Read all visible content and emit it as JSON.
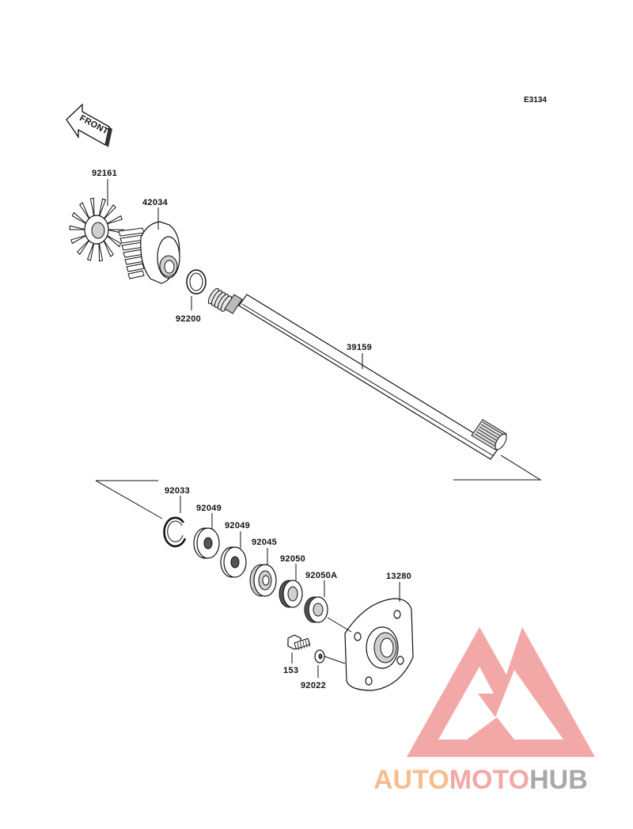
{
  "diagram_code": "E3134",
  "front_arrow_text": "FRONT",
  "parts": [
    {
      "id": "p92161",
      "number": "92161"
    },
    {
      "id": "p42034",
      "number": "42034"
    },
    {
      "id": "p92200",
      "number": "92200"
    },
    {
      "id": "p39159",
      "number": "39159"
    },
    {
      "id": "p92033",
      "number": "92033"
    },
    {
      "id": "p92049a",
      "number": "92049"
    },
    {
      "id": "p92049b",
      "number": "92049"
    },
    {
      "id": "p92045",
      "number": "92045"
    },
    {
      "id": "p92050",
      "number": "92050"
    },
    {
      "id": "p92050A",
      "number": "92050A"
    },
    {
      "id": "p13280",
      "number": "13280"
    },
    {
      "id": "p153",
      "number": "153"
    },
    {
      "id": "p92022",
      "number": "92022"
    }
  ],
  "watermark": {
    "part1": "AUTO",
    "part2": "MOTO",
    "part3": "HUB",
    "color_orange": "#f7b27a",
    "color_pink": "#f29a9a",
    "color_gray": "#9a9a9a"
  }
}
